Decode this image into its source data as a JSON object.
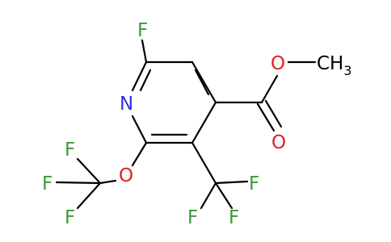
{
  "molecule": {
    "atoms": {
      "f_ring": {
        "text": "F",
        "color": "#3c9a36"
      },
      "n_ring": {
        "text": "N",
        "color": "#2e2ee6"
      },
      "o_ether": {
        "text": "O",
        "color": "#e02020"
      },
      "f_ocf3_top": {
        "text": "F",
        "color": "#3c9a36"
      },
      "f_ocf3_left": {
        "text": "F",
        "color": "#3c9a36"
      },
      "f_ocf3_bottom": {
        "text": "F",
        "color": "#3c9a36"
      },
      "f_cf3_right": {
        "text": "F",
        "color": "#3c9a36"
      },
      "f_cf3_bottom_left": {
        "text": "F",
        "color": "#3c9a36"
      },
      "f_cf3_bottom_right": {
        "text": "F",
        "color": "#3c9a36"
      },
      "o_carbonyl": {
        "text": "O",
        "color": "#e02020"
      },
      "o_ester": {
        "text": "O",
        "color": "#e02020"
      },
      "methyl": {
        "text": "CH",
        "subscript": "3",
        "color": "#000000"
      }
    }
  }
}
